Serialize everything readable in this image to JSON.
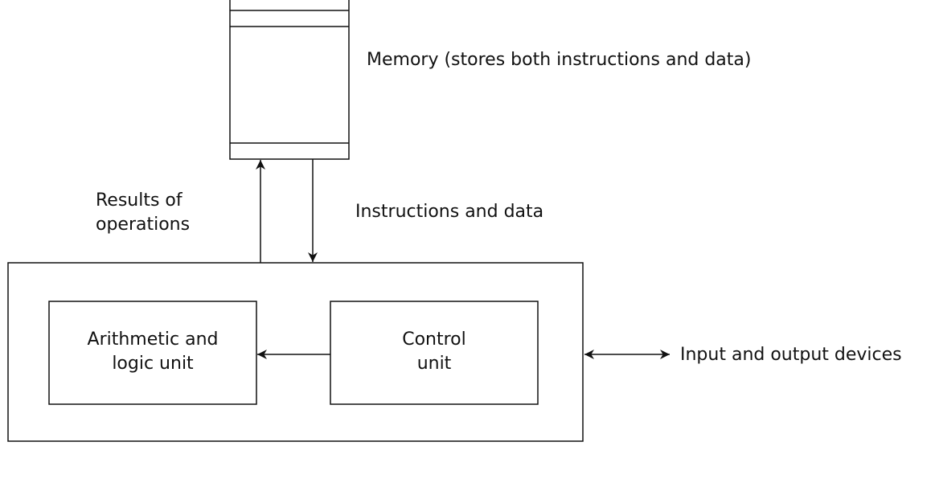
{
  "memory": {
    "label": "Memory (stores both instructions and data)"
  },
  "arrows": {
    "results_label": [
      "Results of",
      "operations"
    ],
    "instructions_label": "Instructions and data",
    "io_label": "Input and output devices"
  },
  "cpu": {
    "alu_label": [
      "Arithmetic and",
      "logic unit"
    ],
    "control_label": [
      "Control",
      "unit"
    ]
  },
  "colors": {
    "stroke": "#111111",
    "background": "#ffffff"
  }
}
